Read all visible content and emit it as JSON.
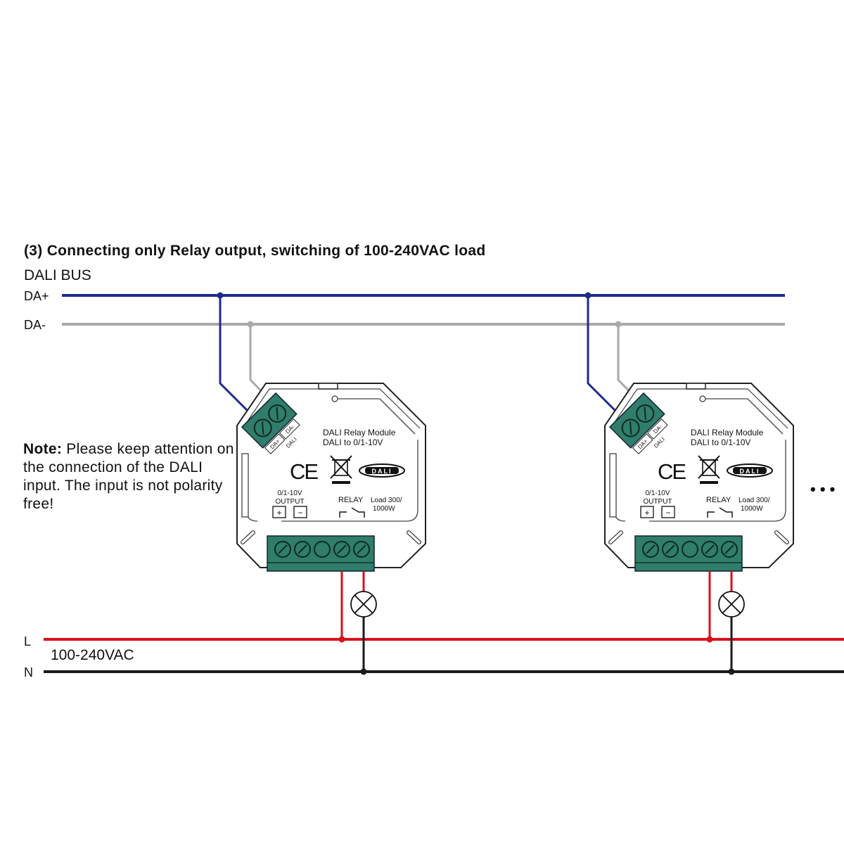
{
  "title": "(3) Connecting only Relay output, switching of 100-240VAC load",
  "bus_label": "DALI BUS",
  "lines": {
    "da_plus": "DA+",
    "da_minus": "DA-",
    "l": "L",
    "n": "N",
    "voltage": "100-240VAC"
  },
  "note": {
    "heading": "Note:",
    "text": " Please keep attention on the connection of the DALI input. The input is not polarity free!"
  },
  "module": {
    "name_line1": "DALI Relay Module",
    "name_line2": "DALI to 0/1-10V",
    "input_plus": "DA+",
    "input_minus": "DA-",
    "input_label": "DALI",
    "output_line1": "0/1-10V",
    "output_line2": "OUTPUT",
    "relay_label": "RELAY",
    "load_line1": "Load 300/",
    "load_line2": "1000W",
    "ce_mark": "CE",
    "dali_logo": "DALI",
    "plus_sign": "+",
    "minus_sign": "−"
  },
  "continuation": "• • •",
  "colors": {
    "da_plus_wire": "#1e2a8c",
    "da_minus_wire": "#a9a9a9",
    "live_wire": "#d9101b",
    "neutral_wire": "#1a1a1a",
    "terminal": "#2f7d6a"
  }
}
